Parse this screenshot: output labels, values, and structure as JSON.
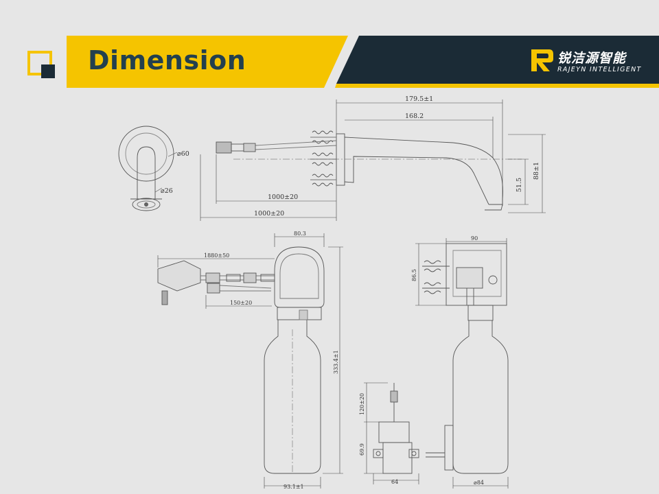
{
  "header": {
    "title": "Dimension",
    "brand_cn": "锐洁源智能",
    "brand_en": "RAJEYN INTELLIGENT",
    "colors": {
      "yellow": "#f5c400",
      "navy": "#1b2b36",
      "title_text": "#23404e"
    }
  },
  "diagram": {
    "faucet": {
      "overall_length": "179.5±1",
      "spout_length": "168.2",
      "height": "88±1",
      "outlet_height": "51.5",
      "flange_diameter": "60",
      "spout_diameter": "26",
      "cable_length_a": "1000±20",
      "cable_length_b": "1000±20"
    },
    "dispenser": {
      "head_width": "80.3",
      "adapter_cable": "1880±50",
      "plug_cable": "150±20",
      "total_height": "333.4±1",
      "bottle_width": "93.1±1",
      "side_width": "90",
      "side_height": "86.5",
      "bottle_diameter": "84",
      "pump_cable": "120±20",
      "pump_height": "69.9",
      "pump_width": "64"
    },
    "diameter_symbol": "⌀"
  }
}
